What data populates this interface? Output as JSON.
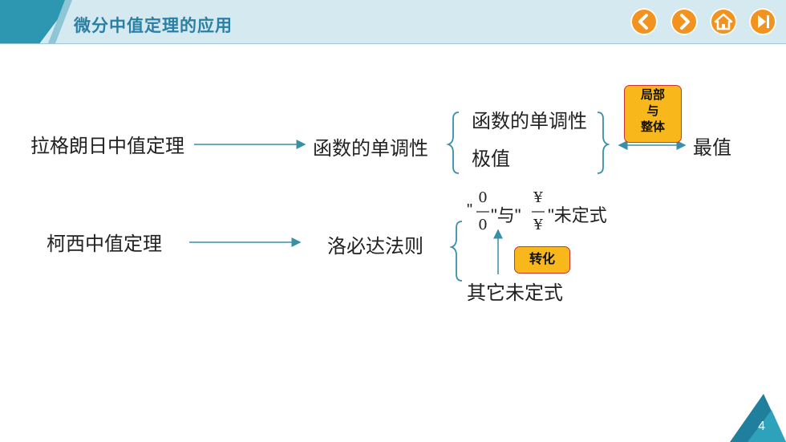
{
  "header": {
    "title": "微分中值定理的应用"
  },
  "nav": {
    "prev": "chevron-left-icon",
    "next": "chevron-right-icon",
    "home": "home-icon",
    "end": "skip-end-icon"
  },
  "row1": {
    "left": "拉格朗日中值定理",
    "middle": "函数的单调性",
    "brace_item1": "函数的单调性",
    "brace_item2": "极值",
    "badge": [
      "局部",
      "与",
      "整体"
    ],
    "right": "最值"
  },
  "row2": {
    "left": "柯西中值定理",
    "middle": "洛必达法则",
    "q1": "\"",
    "frac1_num": "0",
    "frac1_den": "0",
    "q2": "\"与\"",
    "frac2_num": "¥",
    "frac2_den": "¥",
    "q3": "\"未定式",
    "bottom": "其它未定式",
    "badge": "转化"
  },
  "page": {
    "number": "4"
  },
  "colors": {
    "accent": "#2d97b1",
    "nav": "#f2921f",
    "badge": "#f8b81c",
    "arrow": "#3a8fa8"
  }
}
